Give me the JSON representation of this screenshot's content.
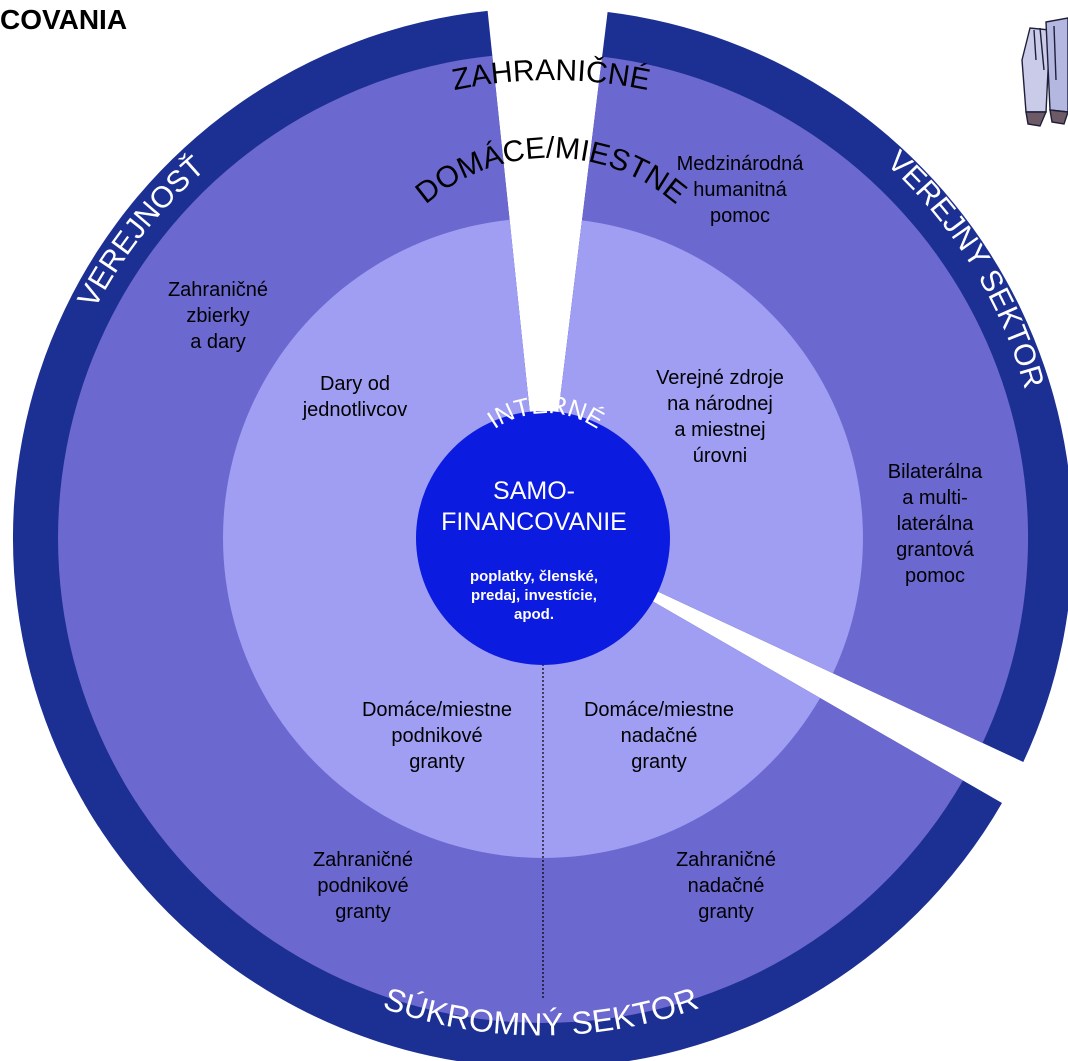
{
  "title": "COVANIA",
  "colors": {
    "outer_band": "#1c2f93",
    "middle_ring": "#6b68cf",
    "inner_ring": "#9f9ef2",
    "center_disc": "#0b1be0",
    "separator": "#000000"
  },
  "rings": {
    "outer_label": "ZAHRANIČNÉ",
    "inner_label": "DOMÁCE/MIESTNE",
    "center_label": "INTERNÉ"
  },
  "sectors": {
    "left": "VEREJNOSŤ",
    "right": "VEREJNÝ SEKTOR",
    "bottom": "SÚKROMNÝ SEKTOR"
  },
  "center": {
    "main": "SAMO-\nFINANCOVANIE",
    "sub": "poplatky, členské,\npredaj, investície,\napod."
  },
  "labels": {
    "left_outer": "Zahraničné\nzbierky\na dary",
    "left_inner": "Dary od\njednotlivcov",
    "right_outer_top": "Medzinárodná\nhumanitná\npomoc",
    "right_outer_bottom": "Bilaterálna\na multi-\nlaterálna\ngrantová\npomoc",
    "right_inner": "Verejné zdroje\nna národnej\na miestnej\núrovni",
    "bottom_inner_left": "Domáce/miestne\npodnikové\ngranty",
    "bottom_inner_right": "Domáce/miestne\nnadačné\ngranty",
    "bottom_outer_left": "Zahraničné\npodnikové\ngranty",
    "bottom_outer_right": "Zahraničné\nnadačné\ngranty"
  },
  "clipart": "two-people-clipart"
}
